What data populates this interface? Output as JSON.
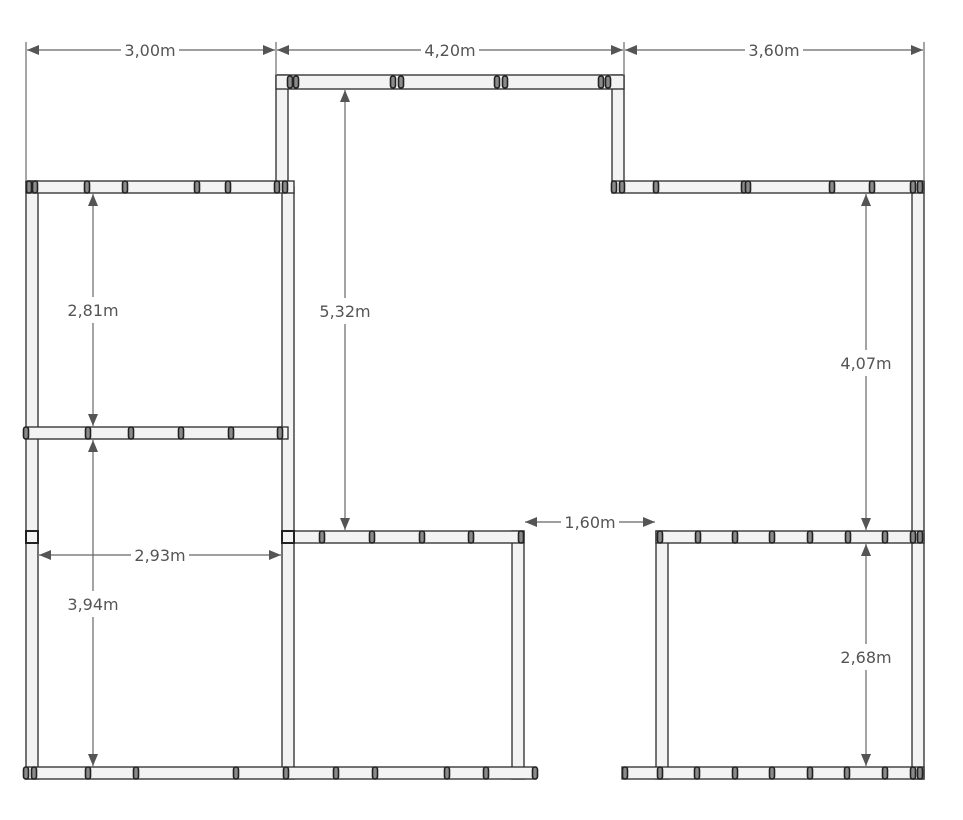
{
  "plan": {
    "dimensions": {
      "top_left_width": "3,00m",
      "top_center_width": "4,20m",
      "top_right_width": "3,60m",
      "left_upper_room_height": "2,81m",
      "left_lower_room_height": "3,94m",
      "left_lower_room_width": "2,93m",
      "center_hall_height": "5,32m",
      "gap_width": "1,60m",
      "right_upper_height": "4,07m",
      "right_lower_room_height": "2,68m"
    },
    "colors": {
      "wall_fill": "#f3f3f3",
      "outline": "#2a2a2a",
      "dimension": "#555555"
    }
  }
}
